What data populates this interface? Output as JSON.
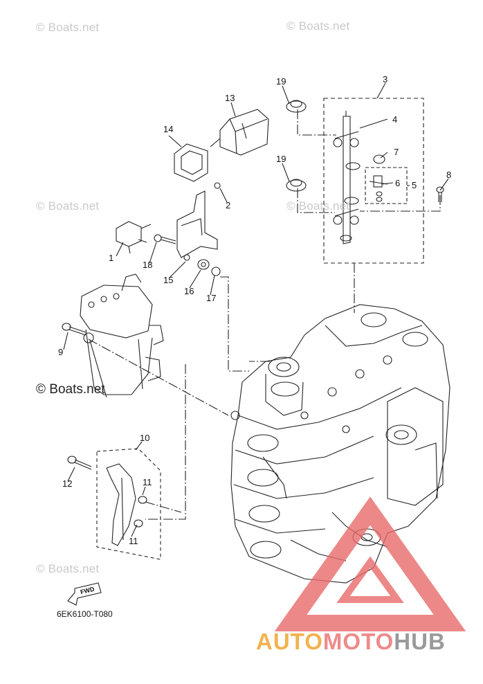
{
  "watermarks": {
    "top_left": "© Boats.net",
    "top_right": "© Boats.net",
    "mid_left": "© Boats.net",
    "mid_right": "© Boats.net",
    "dark_left": "© Boats.net",
    "bottom_left": "© Boats.net"
  },
  "callouts": [
    "1",
    "2",
    "3",
    "4",
    "5",
    "6",
    "7",
    "8",
    "9",
    "10",
    "11",
    "11",
    "12",
    "13",
    "14",
    "15",
    "16",
    "17",
    "18",
    "19",
    "19"
  ],
  "fwd_label": "FWD",
  "diagram_code": "6EK6100-T080",
  "brand": {
    "part1": "AUTO",
    "part2": "MOTO",
    "part3": "HUB"
  },
  "colors": {
    "brand_orange": "#f2b24f",
    "brand_red": "#ef8a8a",
    "brand_grey": "#9a9a9a",
    "triangle": "#e86a6a"
  }
}
